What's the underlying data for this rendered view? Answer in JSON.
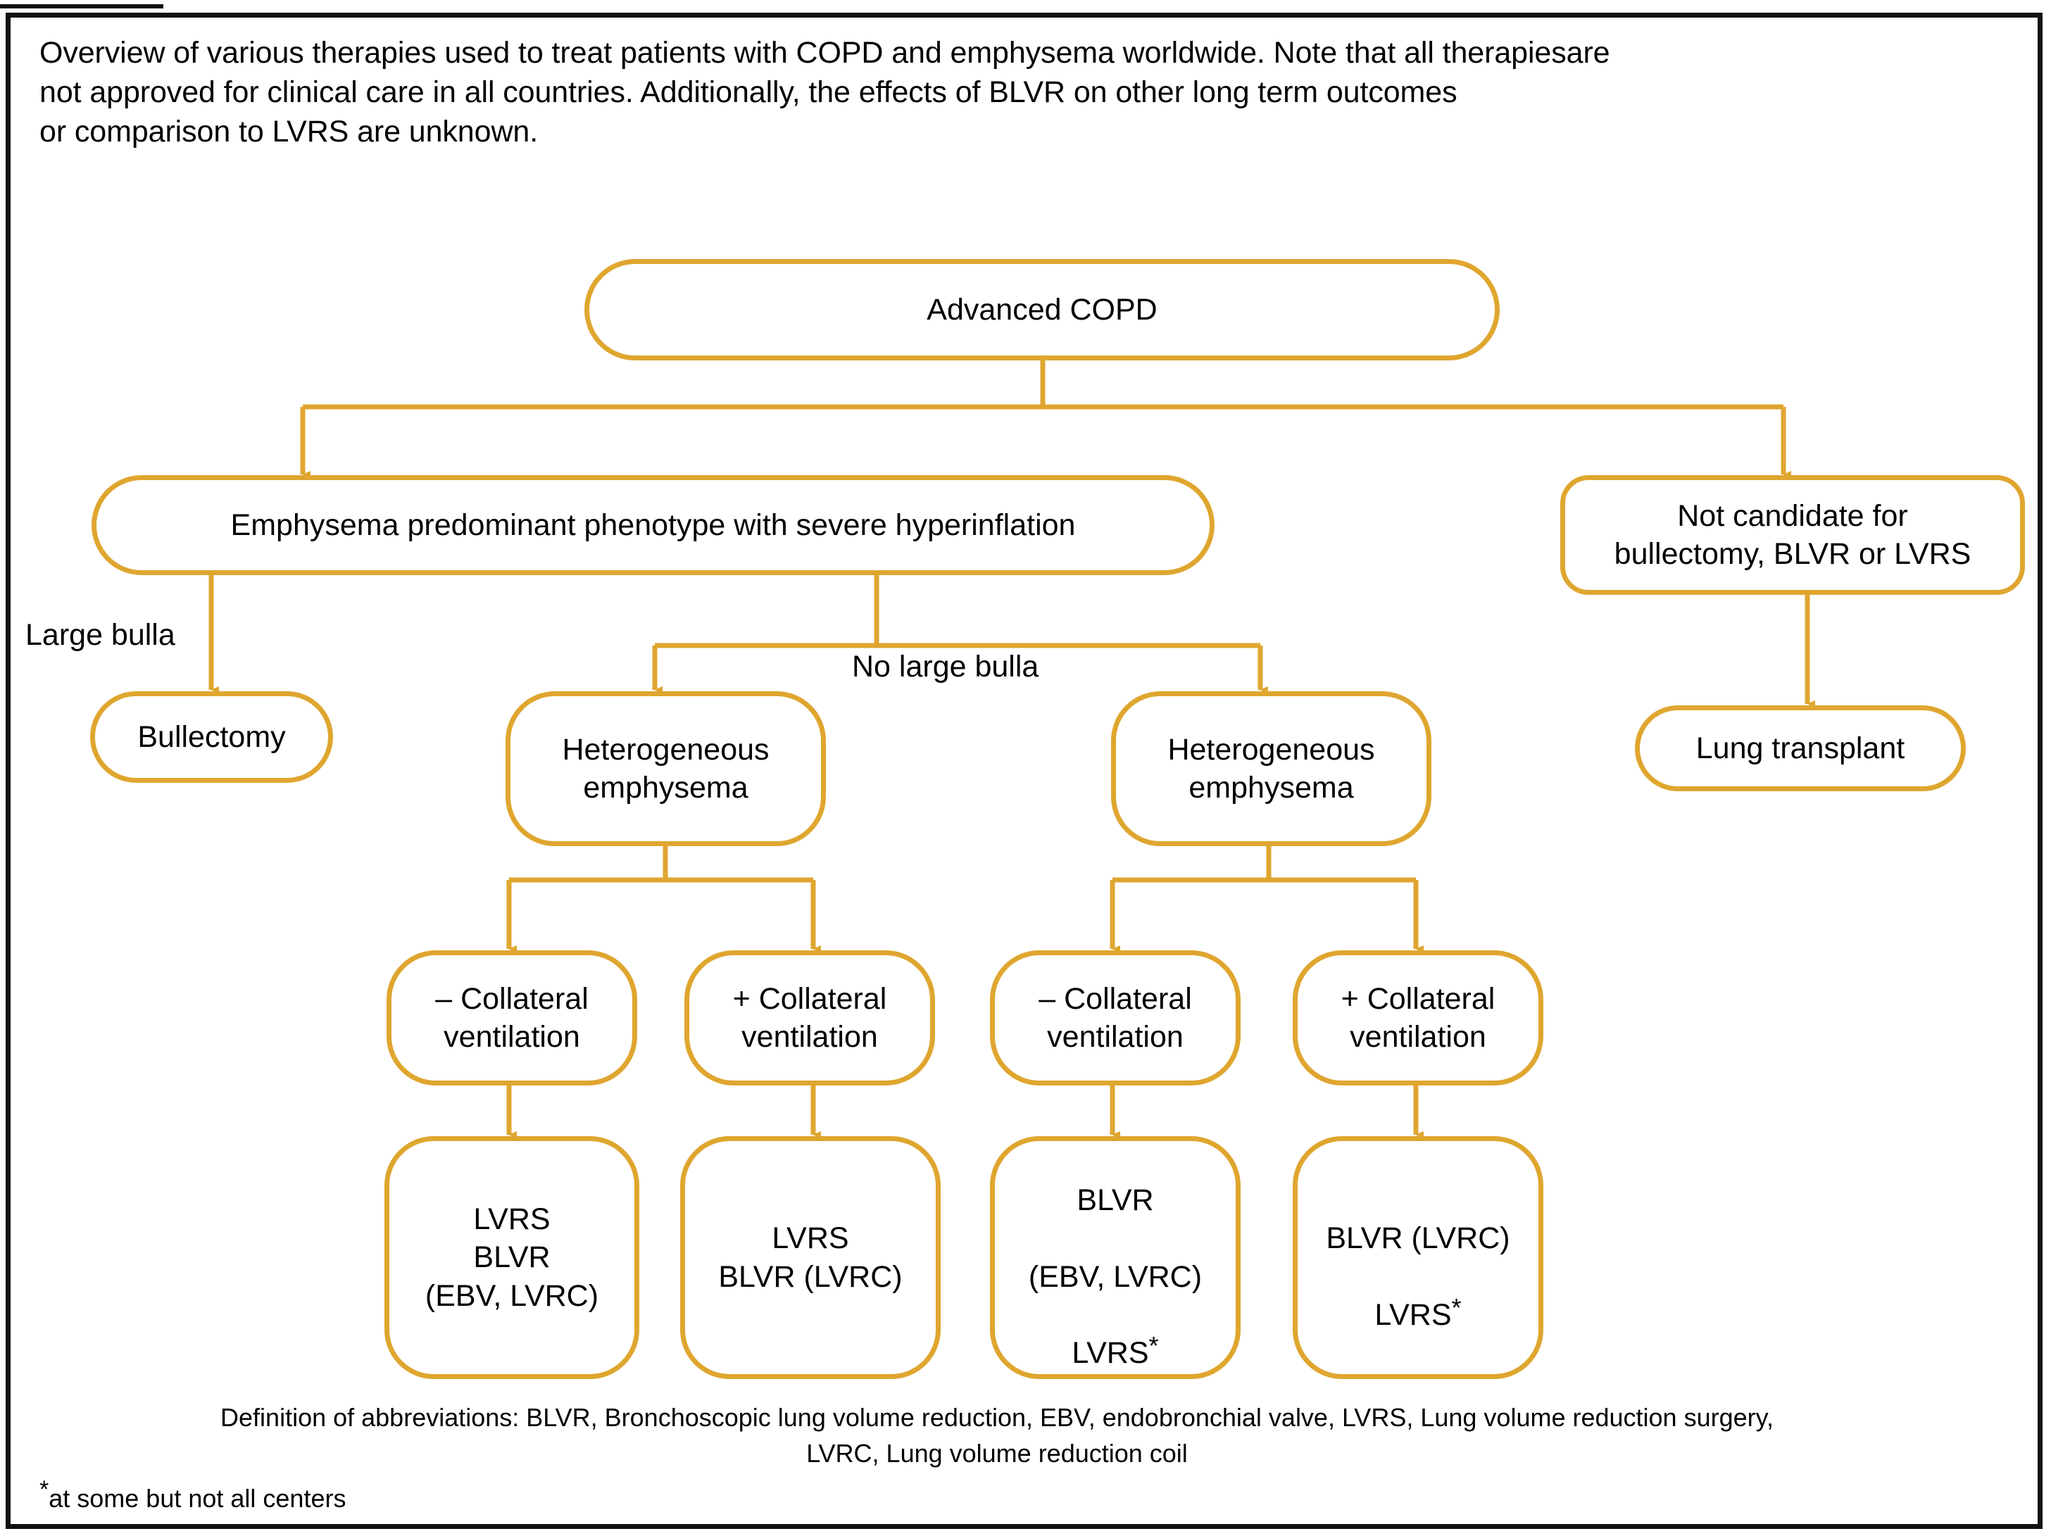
{
  "figure": {
    "caption_lines": [
      "Overview of various therapies used to treat patients with COPD and emphysema worldwide. Note that all therapiesare",
      "not approved for clinical care in all countries. Additionally, the effects of BLVR on other long term outcomes",
      "or comparison to LVRS are unknown."
    ],
    "accent_color": "#DFA62F",
    "frame_color": "#111111",
    "text_color": "#000000",
    "background_color": "#FFFFFF"
  },
  "nodes": {
    "advanced_copd": "Advanced COPD",
    "emphysema_phenotype": "Emphysema predominant phenotype with severe hyperinflation",
    "not_candidate": "Not candidate for\nbullectomy, BLVR or LVRS",
    "bullectomy": "Bullectomy",
    "heterogeneous_1": "Heterogeneous\nemphysema",
    "heterogeneous_2": "Heterogeneous\nemphysema",
    "lung_transplant": "Lung transplant",
    "cv_minus_1": "– Collateral\nventilation",
    "cv_plus_1": "+ Collateral\nventilation",
    "cv_minus_2": "– Collateral\nventilation",
    "cv_plus_2": "+ Collateral\nventilation",
    "therapy_1": "LVRS\nBLVR\n(EBV, LVRC)",
    "therapy_2": "LVRS\nBLVR (LVRC)",
    "therapy_3_line1": "BLVR",
    "therapy_3_line2": "(EBV, LVRC)",
    "therapy_3_line3": "LVRS",
    "therapy_4_line1": "BLVR (LVRC)",
    "therapy_4_line2": "LVRS",
    "asterisk": "*"
  },
  "edge_labels": {
    "large_bulla": "Large bulla",
    "no_large_bulla": "No large bulla"
  },
  "footnotes": {
    "abbreviations": "Definition of abbreviations: BLVR, Bronchoscopic lung volume reduction, EBV, endobronchial valve, LVRS, Lung volume reduction surgery,\nLVRC, Lung volume reduction coil",
    "star_marker": "*",
    "star_text": "at some but not all centers"
  }
}
